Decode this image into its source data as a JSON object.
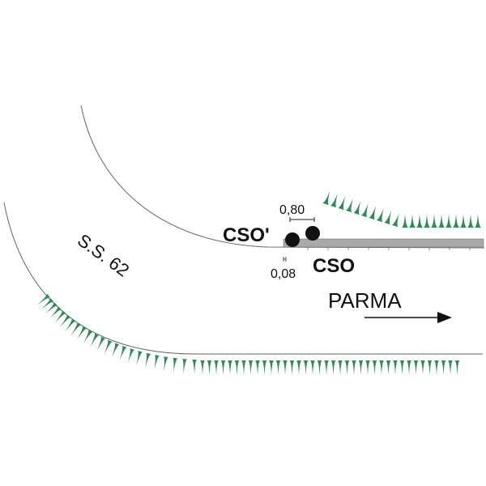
{
  "labels": {
    "road": "S.S. 62",
    "direction": "PARMA",
    "cso_prime": "CSO'",
    "cso": "CSO",
    "dim_top": "0,80",
    "dim_bottom": "0,08"
  },
  "colors": {
    "vegetation": "#2e8b57",
    "barrier": "#a9a9a9",
    "line": "#555555"
  }
}
